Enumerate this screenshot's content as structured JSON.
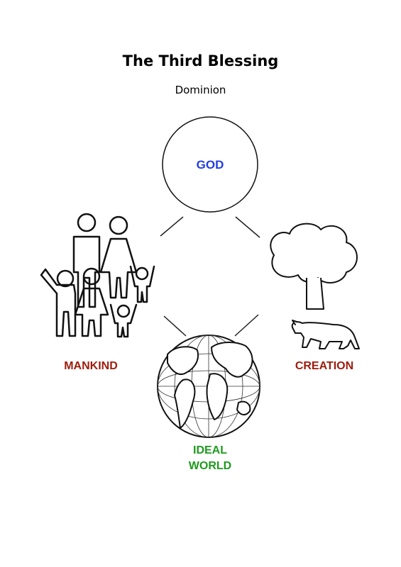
{
  "title": "The Third Blessing",
  "subtitle": "Dominion",
  "nodes": {
    "god": "GOD",
    "mankind": "MANKIND",
    "creation": "CREATION",
    "ideal_world_line1": "IDEAL",
    "ideal_world_line2": "WORLD"
  },
  "colors": {
    "god": "#1f3fe0",
    "mankind": "#9c1c0c",
    "creation": "#9c1c0c",
    "ideal_world": "#1f9a1f",
    "line": "#222222"
  },
  "icons": [
    "family-icon",
    "tree-icon",
    "leopard-icon",
    "globe-icon"
  ]
}
